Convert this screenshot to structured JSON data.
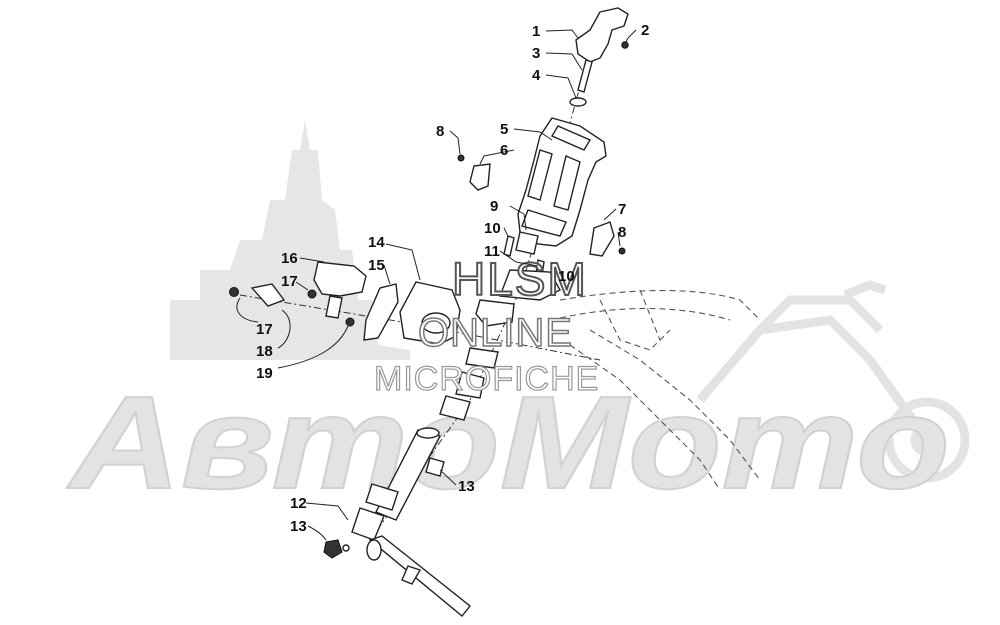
{
  "watermark": {
    "brand": "АвтоМото",
    "hlsm": "HLSM",
    "online": "ONLINE",
    "microfiche": "MICROFICHE"
  },
  "callouts": [
    "1",
    "2",
    "3",
    "4",
    "5",
    "6",
    "7",
    "8",
    "8",
    "9",
    "10",
    "10",
    "11",
    "12",
    "13",
    "13",
    "14",
    "15",
    "16",
    "17",
    "17",
    "18",
    "19"
  ],
  "colors": {
    "ink": "#222222",
    "watermark": "#e3e3e3",
    "background": "#ffffff"
  }
}
